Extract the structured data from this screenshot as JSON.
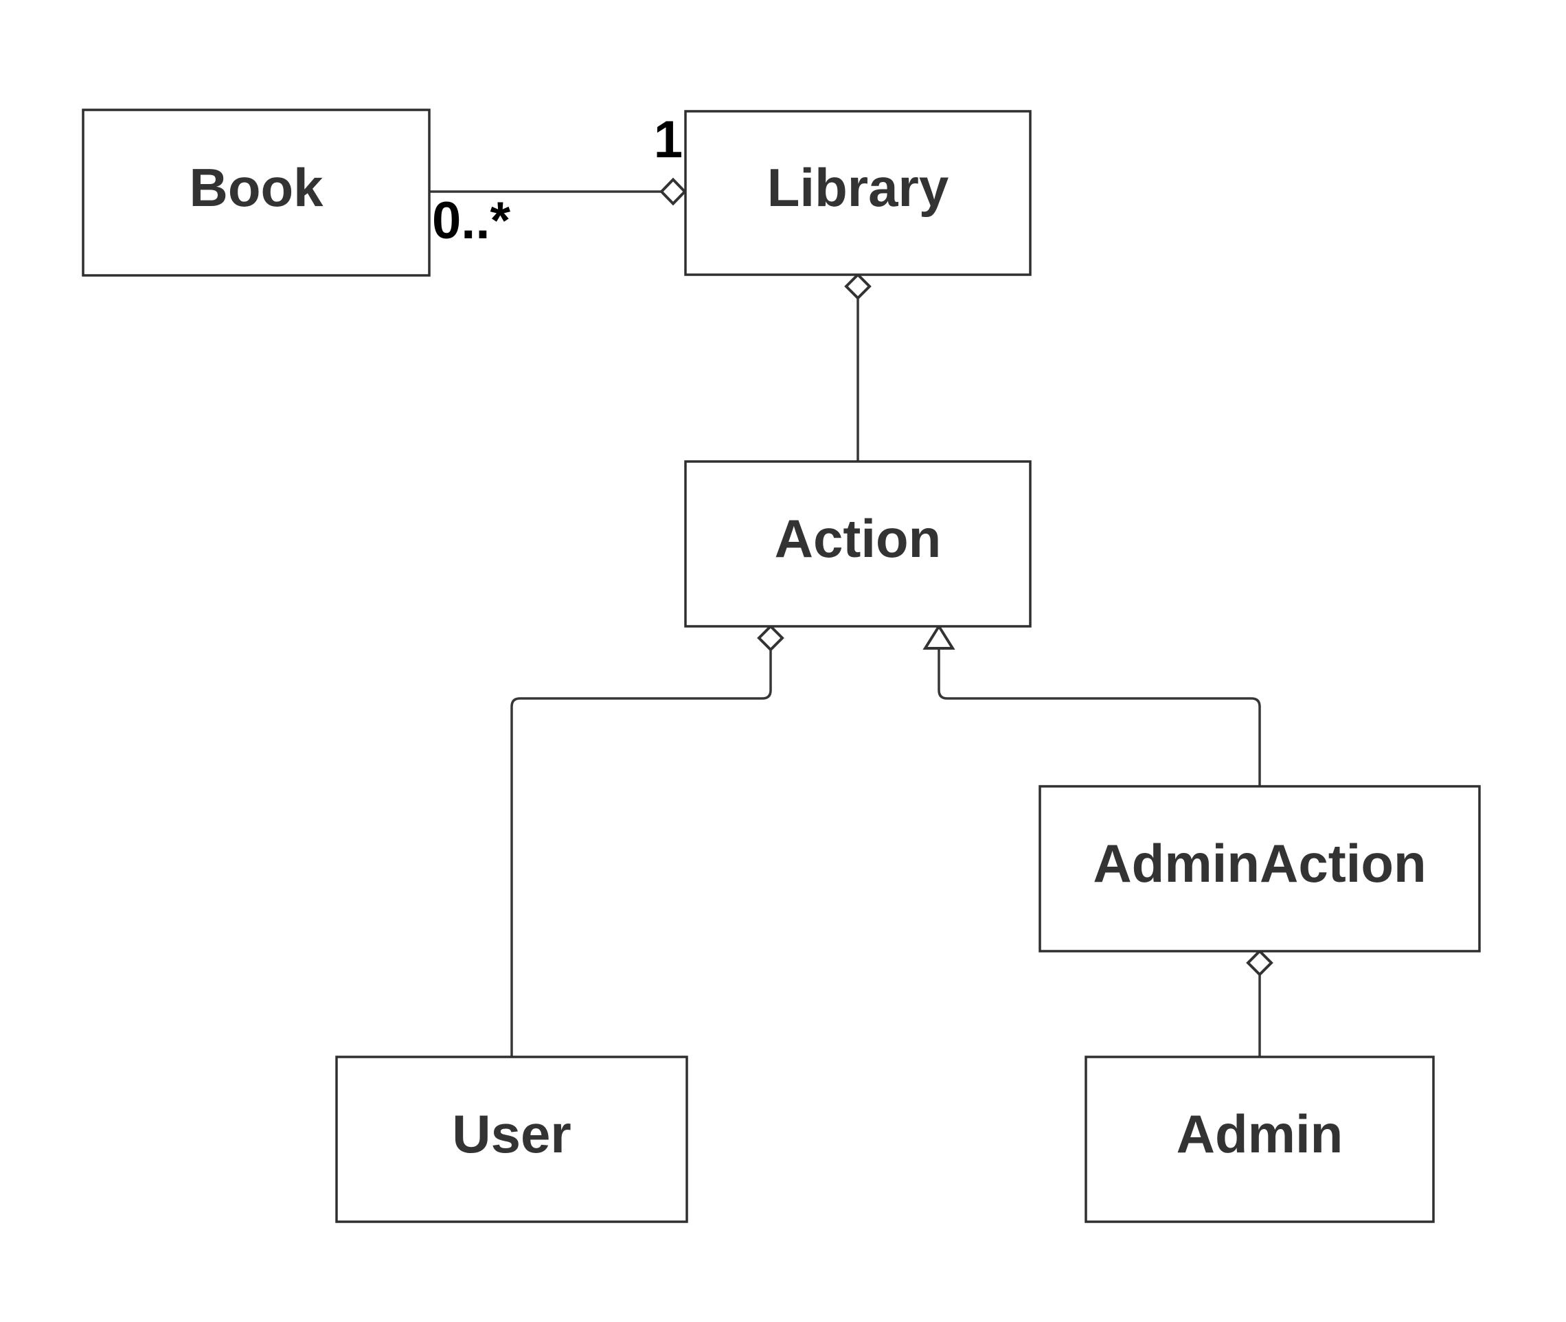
{
  "diagram": {
    "type": "uml-class-diagram",
    "classes": [
      {
        "name": "Book"
      },
      {
        "name": "Library"
      },
      {
        "name": "Action"
      },
      {
        "name": "AdminAction"
      },
      {
        "name": "User"
      },
      {
        "name": "Admin"
      }
    ],
    "multiplicities": {
      "library_end": "1",
      "book_end": "0..*"
    },
    "relationships": [
      {
        "from": "Book",
        "to": "Library",
        "type": "aggregation",
        "diamond_at": "Library"
      },
      {
        "from": "Action",
        "to": "Library",
        "type": "aggregation",
        "diamond_at": "Library"
      },
      {
        "from": "User",
        "to": "Action",
        "type": "aggregation",
        "diamond_at": "Action"
      },
      {
        "from": "AdminAction",
        "to": "Action",
        "type": "generalization",
        "triangle_at": "Action"
      },
      {
        "from": "Admin",
        "to": "AdminAction",
        "type": "aggregation",
        "diamond_at": "AdminAction"
      }
    ],
    "colors": {
      "background": "#ffffff",
      "box_fill": "#ffffff",
      "box_border": "#2f2f2f",
      "line": "#363636",
      "class_text": "#333333",
      "multiplicity_text": "#000000"
    }
  }
}
